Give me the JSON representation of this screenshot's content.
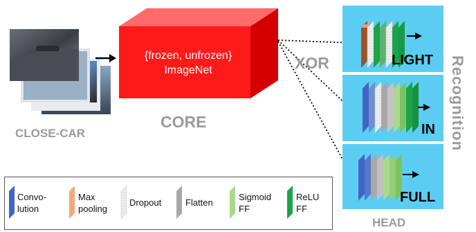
{
  "input_label": "CLOSE-CAR",
  "core": {
    "line1": "{frozen, unfrozen}",
    "line2": "ImageNet",
    "label": "CORE",
    "color": "#ff1a1a"
  },
  "xor_label": "XOR",
  "head_label": "HEAD",
  "recognition_label": "Recognition",
  "panel_color": "#5ccdf2",
  "heads": [
    {
      "name": "LIGHT"
    },
    {
      "name": "IN"
    },
    {
      "name": "FULL"
    }
  ],
  "legend": [
    {
      "label": "Convo-\nlution",
      "color": "#3f66c4"
    },
    {
      "label": "Max\npooling",
      "color": "#f2a97a"
    },
    {
      "label": "Dropout",
      "color": "#e8e8e8"
    },
    {
      "label": "Flatten",
      "color": "#a8a8a8"
    },
    {
      "label": "Sigmoid\nFF",
      "color": "#a9d98c"
    },
    {
      "label": "ReLU\nFF",
      "color": "#1aa34a"
    }
  ]
}
